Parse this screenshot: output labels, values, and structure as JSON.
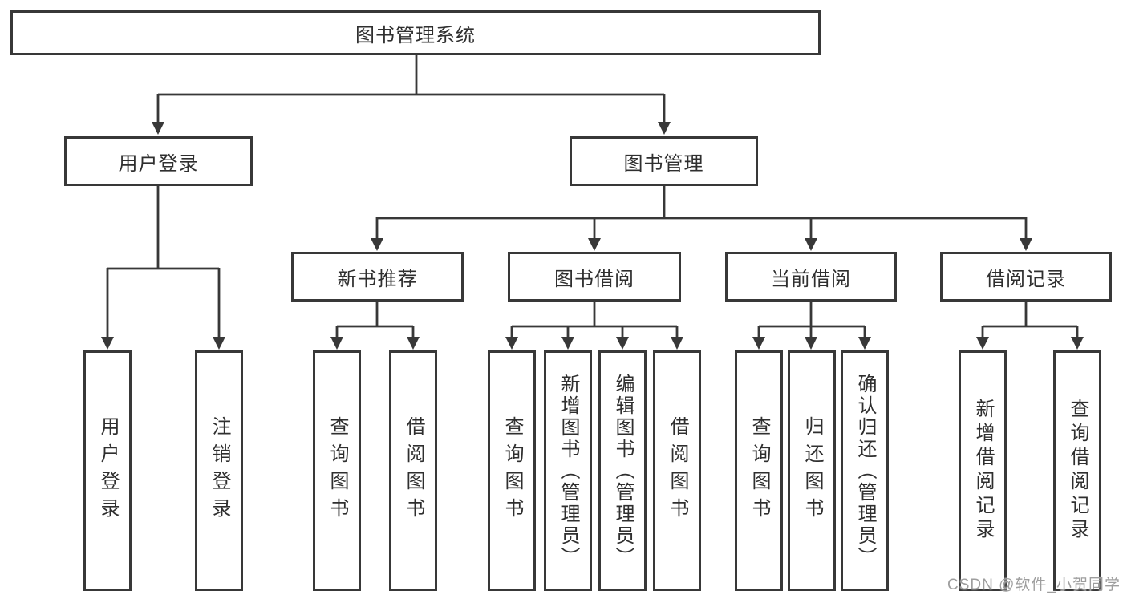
{
  "diagram": {
    "title": "图书管理系统",
    "watermark": "CSDN @软件_小贺同学",
    "colors": {
      "line": "#383838",
      "box_border": "#383838",
      "text": "#2f2f2f",
      "watermark": "#9e9e9e",
      "background": "#ffffff"
    },
    "root": {
      "label": "图书管理系统",
      "children": [
        {
          "label": "用户登录",
          "children": [
            {
              "label": "用户登录"
            },
            {
              "label": "注销登录"
            }
          ]
        },
        {
          "label": "图书管理",
          "children": [
            {
              "label": "新书推荐",
              "children": [
                {
                  "label": "查询图书"
                },
                {
                  "label": "借阅图书"
                }
              ]
            },
            {
              "label": "图书借阅",
              "children": [
                {
                  "label": "查询图书"
                },
                {
                  "label": "新增图书（管理员）"
                },
                {
                  "label": "编辑图书（管理员）"
                },
                {
                  "label": "借阅图书"
                }
              ]
            },
            {
              "label": "当前借阅",
              "children": [
                {
                  "label": "查询图书"
                },
                {
                  "label": "归还图书"
                },
                {
                  "label": "确认归还（管理员）"
                }
              ]
            },
            {
              "label": "借阅记录",
              "children": [
                {
                  "label": "新增借阅记录"
                },
                {
                  "label": "查询借阅记录"
                }
              ]
            }
          ]
        }
      ]
    }
  }
}
